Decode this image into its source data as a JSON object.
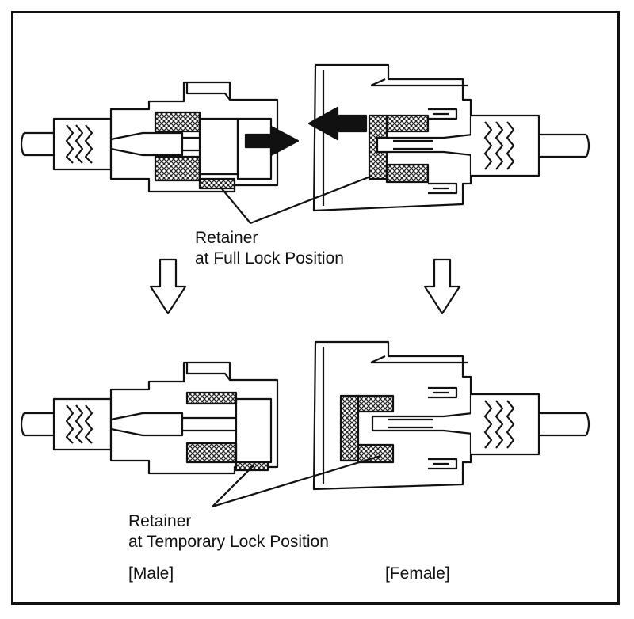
{
  "labels": {
    "retainer_full": {
      "line1": "Retainer",
      "line2": "at Full Lock Position"
    },
    "retainer_temp": {
      "line1": "Retainer",
      "line2": "at Temporary Lock Position"
    },
    "male": "[Male]",
    "female": "[Female]"
  },
  "colors": {
    "ink": "#111111",
    "paper": "#ffffff",
    "hatch": "#555555"
  }
}
